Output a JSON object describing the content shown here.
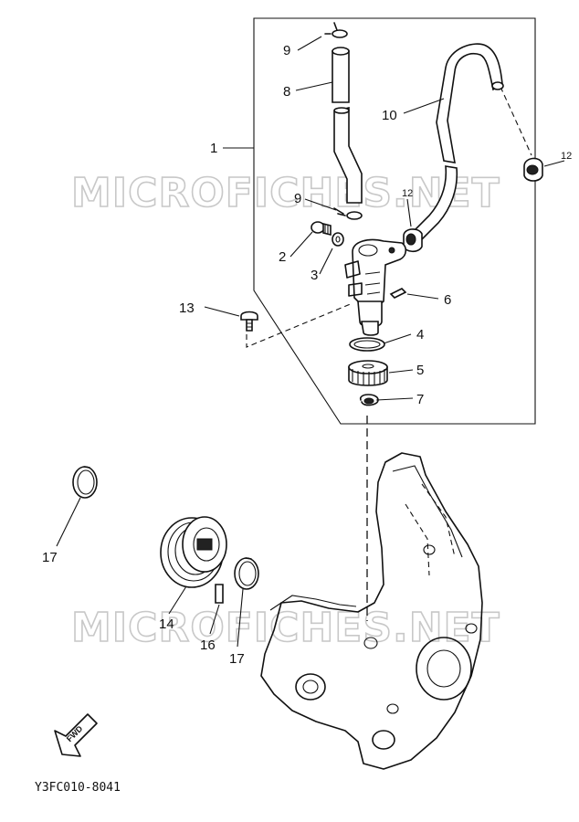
{
  "watermark": "MICROFICHES.NET",
  "diagram_code": "Y3FC010-8041",
  "direction_label": "FWD",
  "callouts": {
    "p1": "1",
    "p2": "2",
    "p3": "3",
    "p4": "4",
    "p5": "5",
    "p6": "6",
    "p7": "7",
    "p8": "8",
    "p9a": "9",
    "p9b": "9",
    "p10": "10",
    "p12a": "12",
    "p12b": "12",
    "p13": "13",
    "p14": "14",
    "p16": "16",
    "p17a": "17",
    "p17b": "17"
  }
}
